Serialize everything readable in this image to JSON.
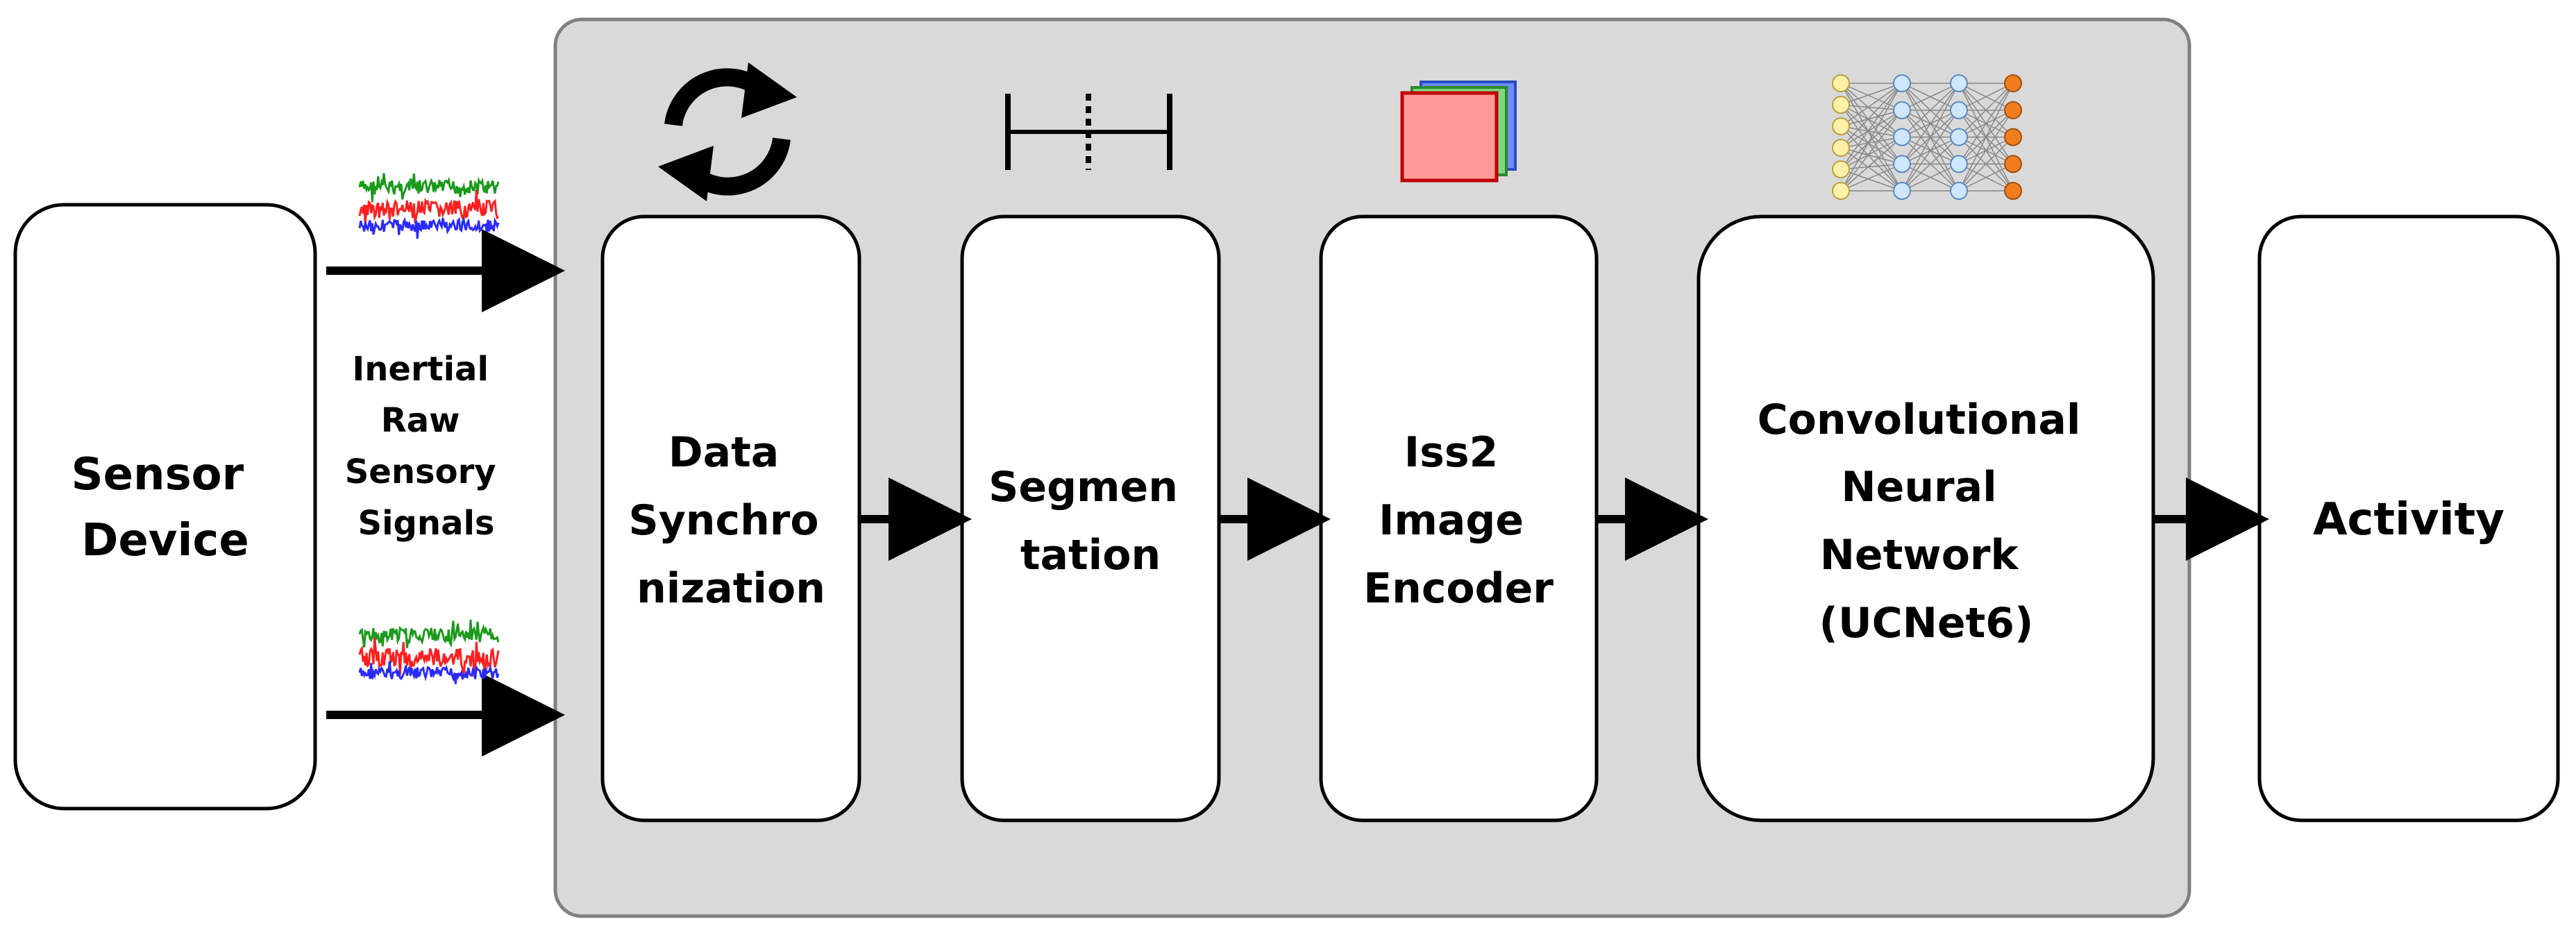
{
  "input_label": [
    "Inertial",
    "Raw",
    "Sensory",
    "Signals"
  ],
  "blocks": [
    {
      "id": "sensor-device",
      "lines": [
        "Sensor",
        "Device"
      ]
    },
    {
      "id": "data-synchronization",
      "lines": [
        "Data",
        "Synchro",
        "nization"
      ],
      "icon": "sync-arrows-icon"
    },
    {
      "id": "segmentation",
      "lines": [
        "Segmen",
        "tation"
      ],
      "icon": "segment-bracket-icon"
    },
    {
      "id": "iss2-image-encoder",
      "lines": [
        "Iss2",
        "Image",
        "Encoder"
      ],
      "icon": "stacked-images-icon"
    },
    {
      "id": "cnn",
      "lines": [
        "Convolutional",
        "Neural",
        "Network",
        "(UCNet6)"
      ],
      "icon": "neural-network-icon"
    },
    {
      "id": "activity",
      "lines": [
        "Activity"
      ]
    }
  ],
  "colors": {
    "panel_fill": "#d9d9d9",
    "panel_stroke": "#808080",
    "box_stroke": "#000000",
    "signal_green": "#1a9a1a",
    "signal_red": "#ff1f1f",
    "signal_blue": "#2a2aff",
    "image_red": "#ff9a9a",
    "image_green": "#7fd87f",
    "image_blue": "#6a8cff",
    "nn_input": "#fff2a8",
    "nn_hidden": "#cfe6ff",
    "nn_output": "#f07d1e"
  }
}
